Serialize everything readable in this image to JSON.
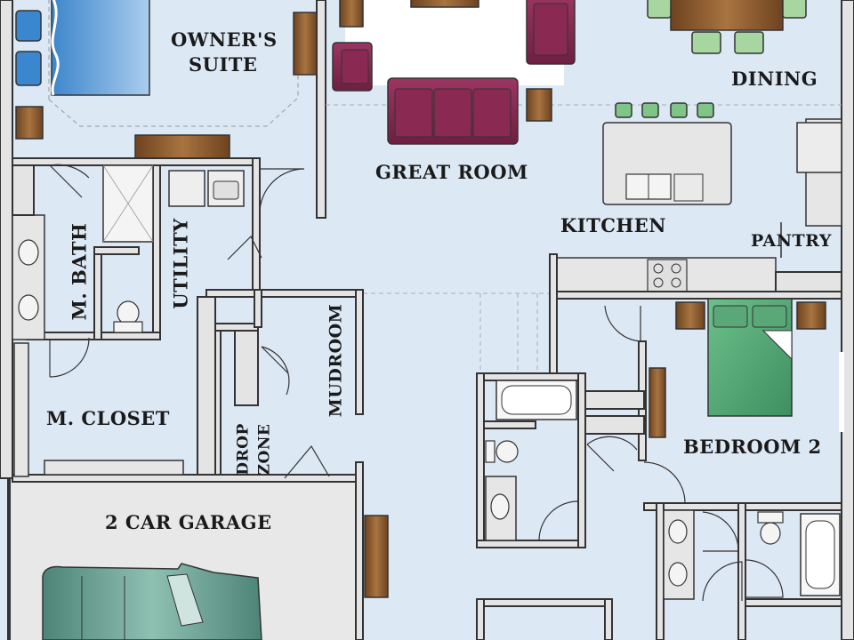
{
  "rooms": {
    "owners_suite_line1": "OWNER'S",
    "owners_suite_line2": "SUITE",
    "great_room": "GREAT ROOM",
    "dining": "DINING",
    "kitchen": "KITCHEN",
    "pantry": "PANTRY",
    "m_bath": "M. BATH",
    "utility": "UTILITY",
    "mudroom": "MUDROOM",
    "m_closet": "M. CLOSET",
    "drop_zone_line1": "DROP",
    "drop_zone_line2": "ZONE",
    "bedroom_2": "BEDROOM 2",
    "garage": "2 CAR GARAGE"
  },
  "colors": {
    "floor": "#dde8f5",
    "wall": "#333333",
    "wall_fill": "#e4e4e4",
    "sofa": "#8a2a52",
    "wood": "#8b5a2b",
    "chair_green": "#a8d6a0",
    "bed_green": "#5aa877",
    "bed_blue": "#5a9ed8",
    "garage": "#e8e8e8",
    "car": "#5f968a"
  }
}
